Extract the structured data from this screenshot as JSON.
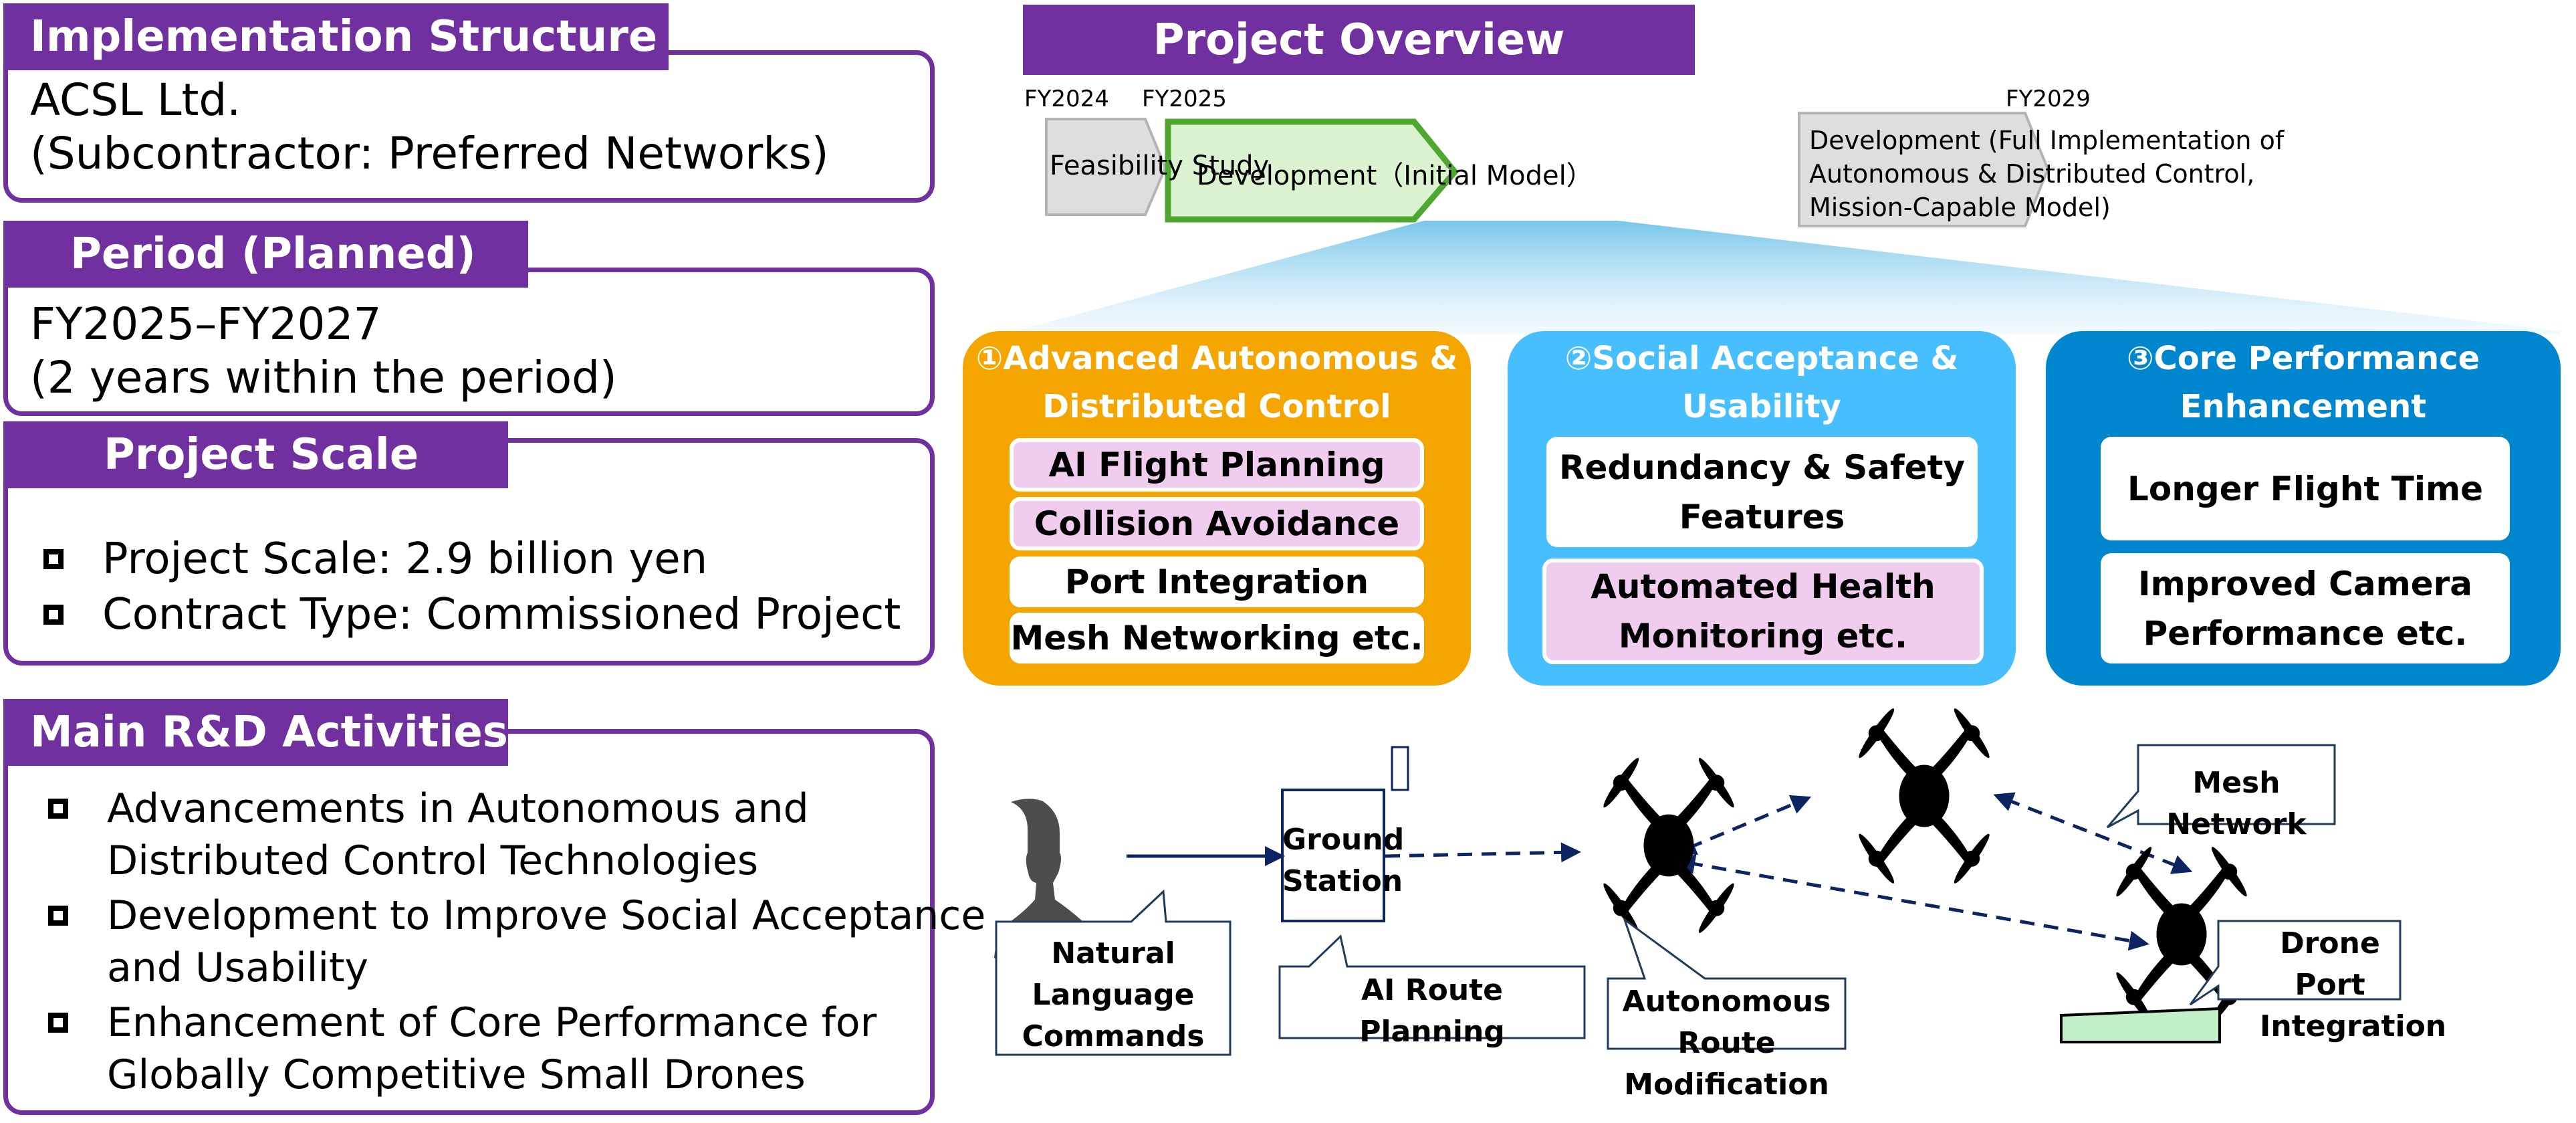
{
  "left_panel": {
    "implementation": {
      "header": "Implementation Structure",
      "lines": [
        "ACSL Ltd.",
        "(Subcontractor: Preferred Networks)"
      ]
    },
    "period": {
      "header": "Period (Planned)",
      "lines": [
        "FY2025–FY2027",
        "(2 years within the period)"
      ]
    },
    "scale": {
      "header": "Project Scale",
      "bullets": [
        "Project Scale: 2.9 billion yen",
        "Contract Type: Commissioned Project"
      ]
    },
    "activities": {
      "header": "Main R&D Activities",
      "bullets": [
        {
          "line1": "Advancements in Autonomous and",
          "line2": "Distributed Control Technologies"
        },
        {
          "line1": "Development to Improve Social Acceptance",
          "line2": "and Usability"
        },
        {
          "line1": "Enhancement of Core Performance for",
          "line2": "Globally Competitive Small Drones"
        }
      ]
    }
  },
  "overview": {
    "header": "Project Overview",
    "timeline": {
      "fy_labels": [
        "FY2024",
        "FY2025",
        "FY2029"
      ],
      "phases": [
        {
          "label": "Feasibility Study",
          "status": "past"
        },
        {
          "label": "Development（Initial Model）",
          "status": "current"
        },
        {
          "lines": [
            "Development (Full Implementation of",
            "Autonomous & Distributed Control,",
            "Mission-Capable Model)"
          ],
          "status": "future"
        }
      ]
    },
    "categories": [
      {
        "title_lines": [
          "①Advanced Autonomous &",
          "Distributed Control"
        ],
        "color": "#f5a500",
        "items": [
          {
            "label": "AI Flight Planning",
            "highlight": true
          },
          {
            "label": "Collision Avoidance",
            "highlight": true
          },
          {
            "label": "Port Integration",
            "highlight": false
          },
          {
            "label": "Mesh Networking etc.",
            "highlight": false
          }
        ]
      },
      {
        "title_lines": [
          "②Social Acceptance &",
          "Usability"
        ],
        "color": "#47bfff",
        "items": [
          {
            "lines": [
              "Redundancy & Safety",
              "Features"
            ],
            "highlight": false
          },
          {
            "lines": [
              "Automated Health",
              "Monitoring etc."
            ],
            "highlight": true
          }
        ]
      },
      {
        "title_lines": [
          "③Core Performance",
          "Enhancement"
        ],
        "color": "#0086cf",
        "items": [
          {
            "lines": [
              "Longer Flight Time"
            ],
            "highlight": false
          },
          {
            "lines": [
              "Improved Camera",
              "Performance  etc."
            ],
            "highlight": false
          }
        ]
      }
    ]
  },
  "diagram": {
    "ground_station": [
      "Ground",
      "Station"
    ],
    "callouts": {
      "natural_language": [
        "Natural",
        "Language",
        "Commands"
      ],
      "ai_route": [
        "AI Route",
        "Planning"
      ],
      "autonomous_route": [
        "Autonomous Route",
        "Modification"
      ],
      "mesh_network": [
        "Mesh Network"
      ],
      "drone_port": [
        "Drone Port",
        "Integration"
      ]
    }
  },
  "colors": {
    "purple": "#7030a0",
    "green_border": "#4ea72e",
    "green_fill": "#daf2d0",
    "gray_fill": "#dedede",
    "navy": "#0c2461",
    "pink": "#f0cdee",
    "port_green": "#c1f0c8"
  }
}
